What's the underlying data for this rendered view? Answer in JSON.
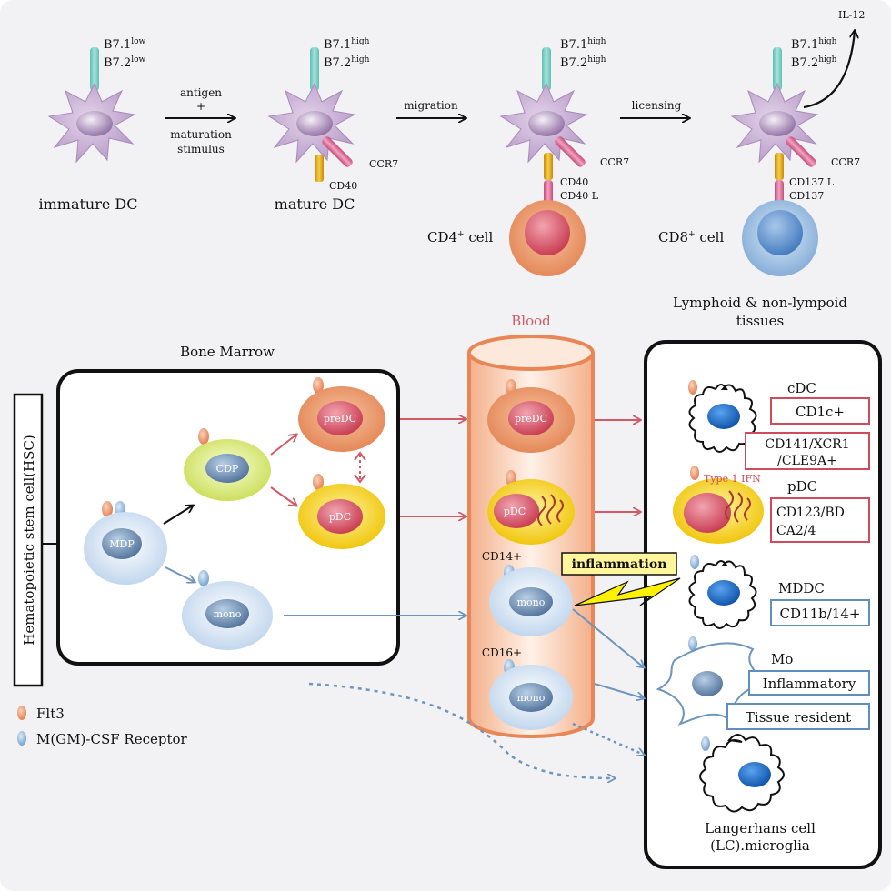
{
  "top": {
    "stage1": {
      "label": "immature DC",
      "b71": "B7.1",
      "b72": "B7.2",
      "b71_sup": "low",
      "b72_sup": "low"
    },
    "arrow1": {
      "line1": "antigen",
      "line2": "+",
      "line3": "maturation",
      "line4": "stimulus"
    },
    "stage2": {
      "label": "mature DC",
      "b71": "B7.1",
      "b72": "B7.2",
      "b71_sup": "high",
      "b72_sup": "high",
      "ccr7": "CCR7",
      "cd40": "CD40"
    },
    "arrow2": {
      "label": "migration"
    },
    "stage3": {
      "b71": "B7.1",
      "b72": "B7.2",
      "b71_sup": "high",
      "b72_sup": "high",
      "ccr7": "CCR7",
      "cd40": "CD40",
      "cd40l": "CD40 L",
      "cell": "CD4",
      "cell_sup": "+",
      "cell_suffix": "cell"
    },
    "arrow3": {
      "label": "licensing"
    },
    "stage4": {
      "b71": "B7.1",
      "b72": "B7.2",
      "b71_sup": "high",
      "b72_sup": "high",
      "ccr7": "CCR7",
      "cd137l": "CD137 L",
      "cd137": "CD137",
      "cell": "CD8",
      "cell_sup": "+",
      "cell_suffix": "cell",
      "il12": "IL-12"
    }
  },
  "bottom": {
    "hsc": "Hematopoietic stem cell(HSC)",
    "bone_marrow": "Bone Marrow",
    "blood": "Blood",
    "tissues_line1": "Lymphoid & non-lympoid",
    "tissues_line2": "tissues",
    "mdp": "MDP",
    "cdp": "CDP",
    "predc": "preDC",
    "pdc": "pDC",
    "mono": "mono",
    "blood_predc": "preDC",
    "blood_pdc": "pDC",
    "cd14": "CD14+",
    "cd16": "CD16+",
    "blood_mono1": "mono",
    "blood_mono2": "mono",
    "inflammation": "inflammation",
    "type1ifn": "Type 1 IFN",
    "cdc": "cDC",
    "cd1c": "CD1c+",
    "cd141_1": "CD141/XCR1",
    "cd141_2": "/CLE9A+",
    "pdc_title": "pDC",
    "cd123_1": "CD123/BD",
    "cd123_2": "CA2/4",
    "mddc": "MDDC",
    "cd11b": "CD11b/14+",
    "mo": "Mo",
    "inflammatory": "Inflammatory",
    "tissue_resident": "Tissue resident",
    "lc1": "Langerhans cell",
    "lc2": "(LC).microglia"
  },
  "legend": {
    "flt3": "Flt3",
    "mgm": "M(GM)-CSF Receptor"
  },
  "colors": {
    "background": "#f2f2f4",
    "dc_body": "#c6aed3",
    "flt3": "#e8916a",
    "csf_receptor": "#8fb3d6",
    "blood_vessel": "#e98655",
    "red_arrow": "#d15a66",
    "blue_arrow": "#6d95bd",
    "red_box": "#d04b5a",
    "blue_box": "#5f8fbf"
  }
}
